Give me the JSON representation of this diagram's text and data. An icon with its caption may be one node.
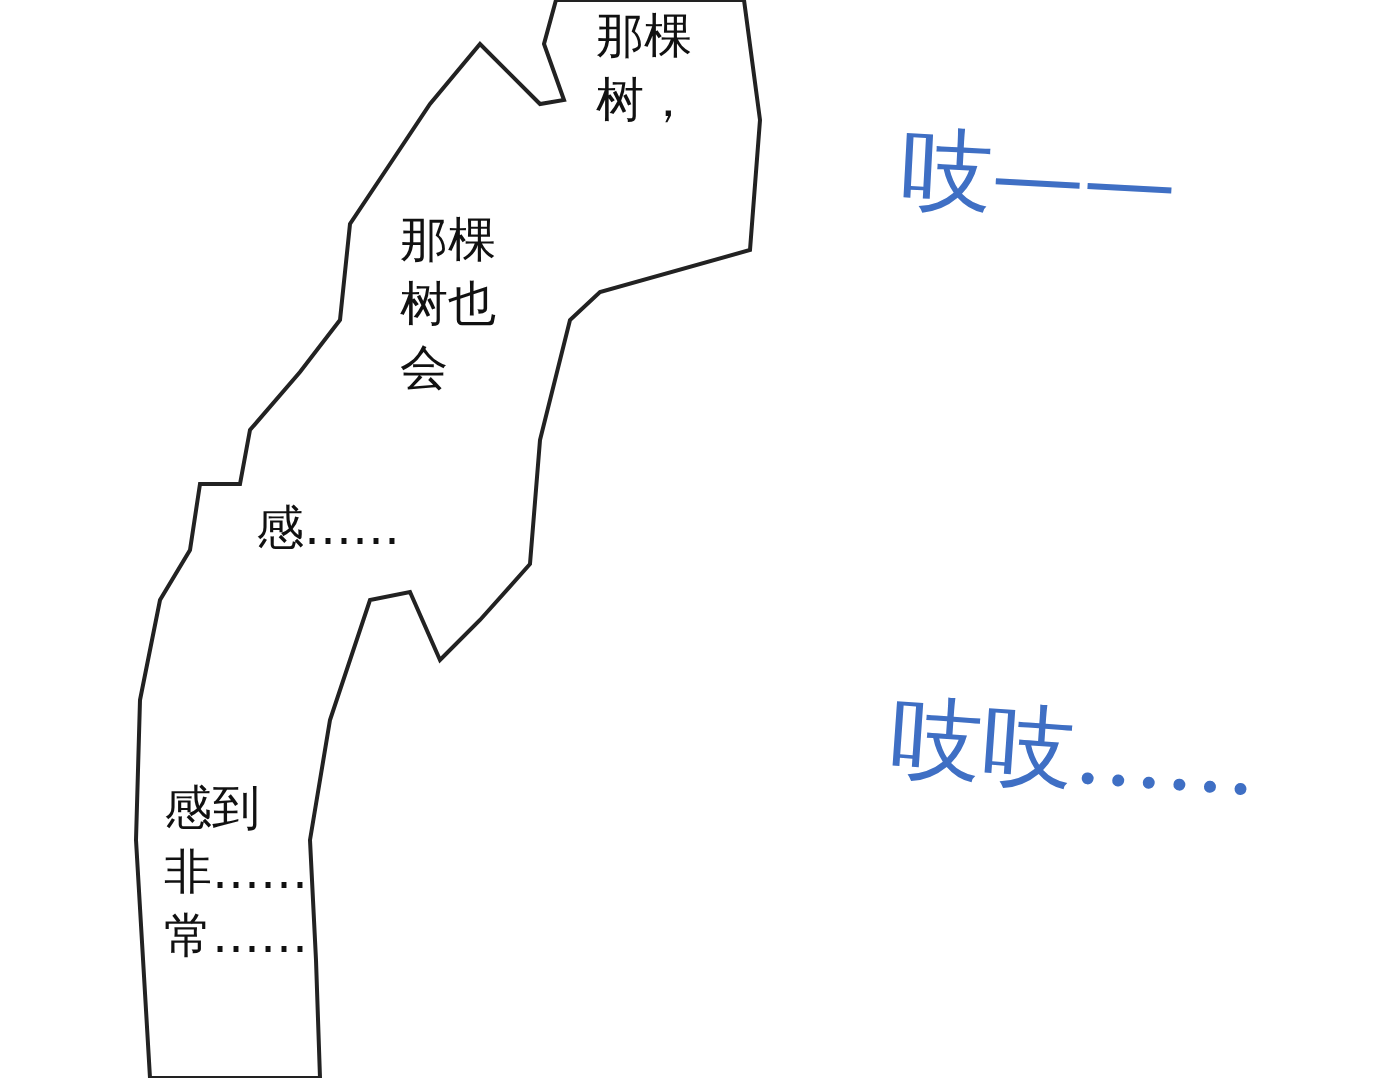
{
  "diagram": {
    "nodes": [
      {
        "text": [
          "那棵树，",
          "那棵树也会",
          "感……",
          "感到非……常……"
        ]
      }
    ],
    "edges": [],
    "labels": [
      "吱——",
      "吱吱……"
    ]
  }
}
